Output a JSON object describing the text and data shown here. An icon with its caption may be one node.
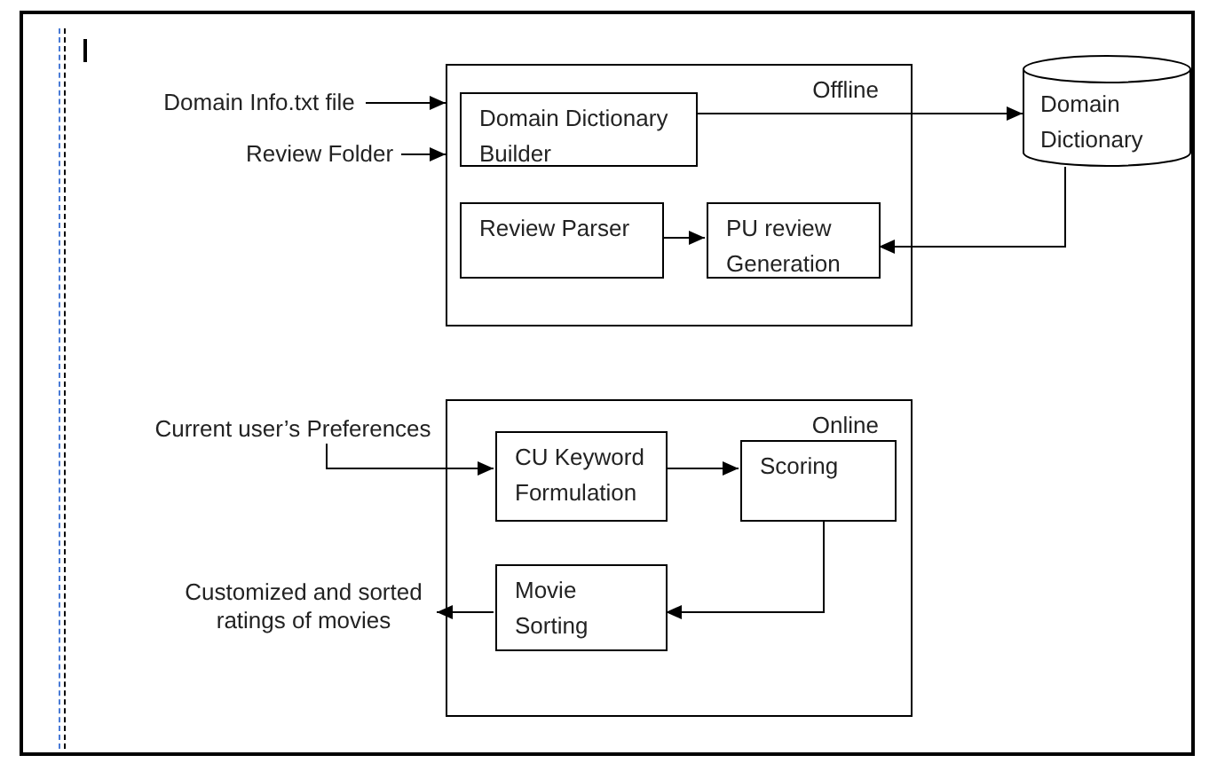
{
  "diagram": {
    "nodes": [
      {
        "text": [
          "Offline"
        ]
      },
      {
        "text": [
          "Domain Dictionary Builder"
        ],
        "in": 0
      },
      {
        "text": [
          "Review Parser"
        ],
        "in": 0
      },
      {
        "text": [
          "PU review Generation"
        ],
        "in": 0
      },
      {
        "text": [
          "Domain Dictionary"
        ]
      },
      {
        "text": [
          "Domain Info.txt file"
        ]
      },
      {
        "text": [
          "Review Folder"
        ]
      },
      {
        "text": [
          "Online"
        ]
      },
      {
        "text": [
          "CU Keyword Formulation"
        ],
        "in": 7
      },
      {
        "text": [
          "Scoring"
        ],
        "in": 7
      },
      {
        "text": [
          "Movie Sorting"
        ],
        "in": 7
      },
      {
        "text": [
          "Current user’s Preferences"
        ]
      },
      {
        "text": [
          "Customized and sorted ratings of  movies"
        ]
      }
    ],
    "edges": [
      {
        "from": 5,
        "to": 0,
        "arrow": "to"
      },
      {
        "from": 6,
        "to": 0,
        "arrow": "to"
      },
      {
        "from": 1,
        "to": 4,
        "arrow": "to"
      },
      {
        "from": 4,
        "to": 3,
        "arrow": "to"
      },
      {
        "from": 2,
        "to": 3,
        "arrow": "to"
      },
      {
        "from": 11,
        "to": 8,
        "arrow": "to"
      },
      {
        "from": 8,
        "to": 9,
        "arrow": "to"
      },
      {
        "from": 9,
        "to": 10,
        "arrow": "to"
      },
      {
        "from": 10,
        "to": 12,
        "arrow": "to"
      }
    ]
  }
}
